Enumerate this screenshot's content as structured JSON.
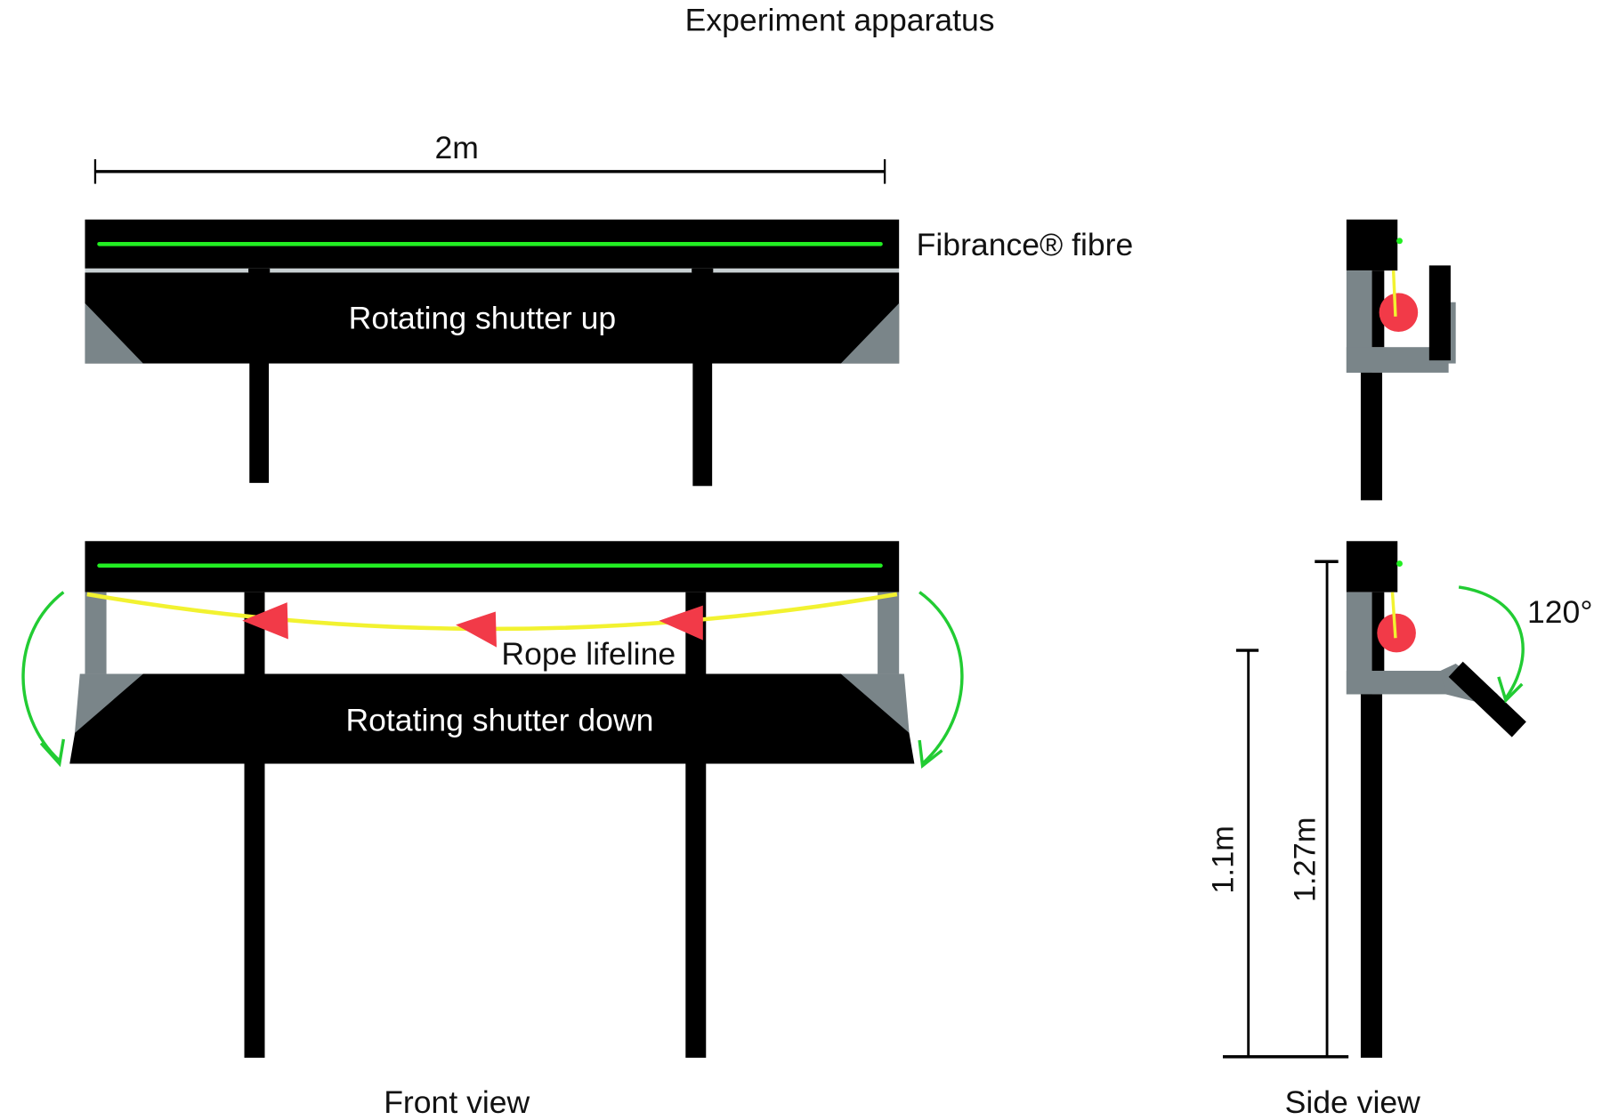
{
  "title": "Experiment apparatus",
  "front_view": {
    "caption": "Front view",
    "width_dimension": "2m",
    "fibre_label": "Fibrance® fibre",
    "shutter_up_label": "Rotating shutter up",
    "shutter_down_label": "Rotating shutter down",
    "rope_label": "Rope lifeline"
  },
  "side_view": {
    "caption": "Side view",
    "rotation_angle": "120°",
    "height_short": "1.1m",
    "height_tall": "1.27m"
  },
  "colors": {
    "structure": "#000000",
    "bracket": "#7a8589",
    "fibre": "#22ee22",
    "rope": "#f2f230",
    "arrow": "#f23a48",
    "rotation_arrow": "#22cc33"
  }
}
